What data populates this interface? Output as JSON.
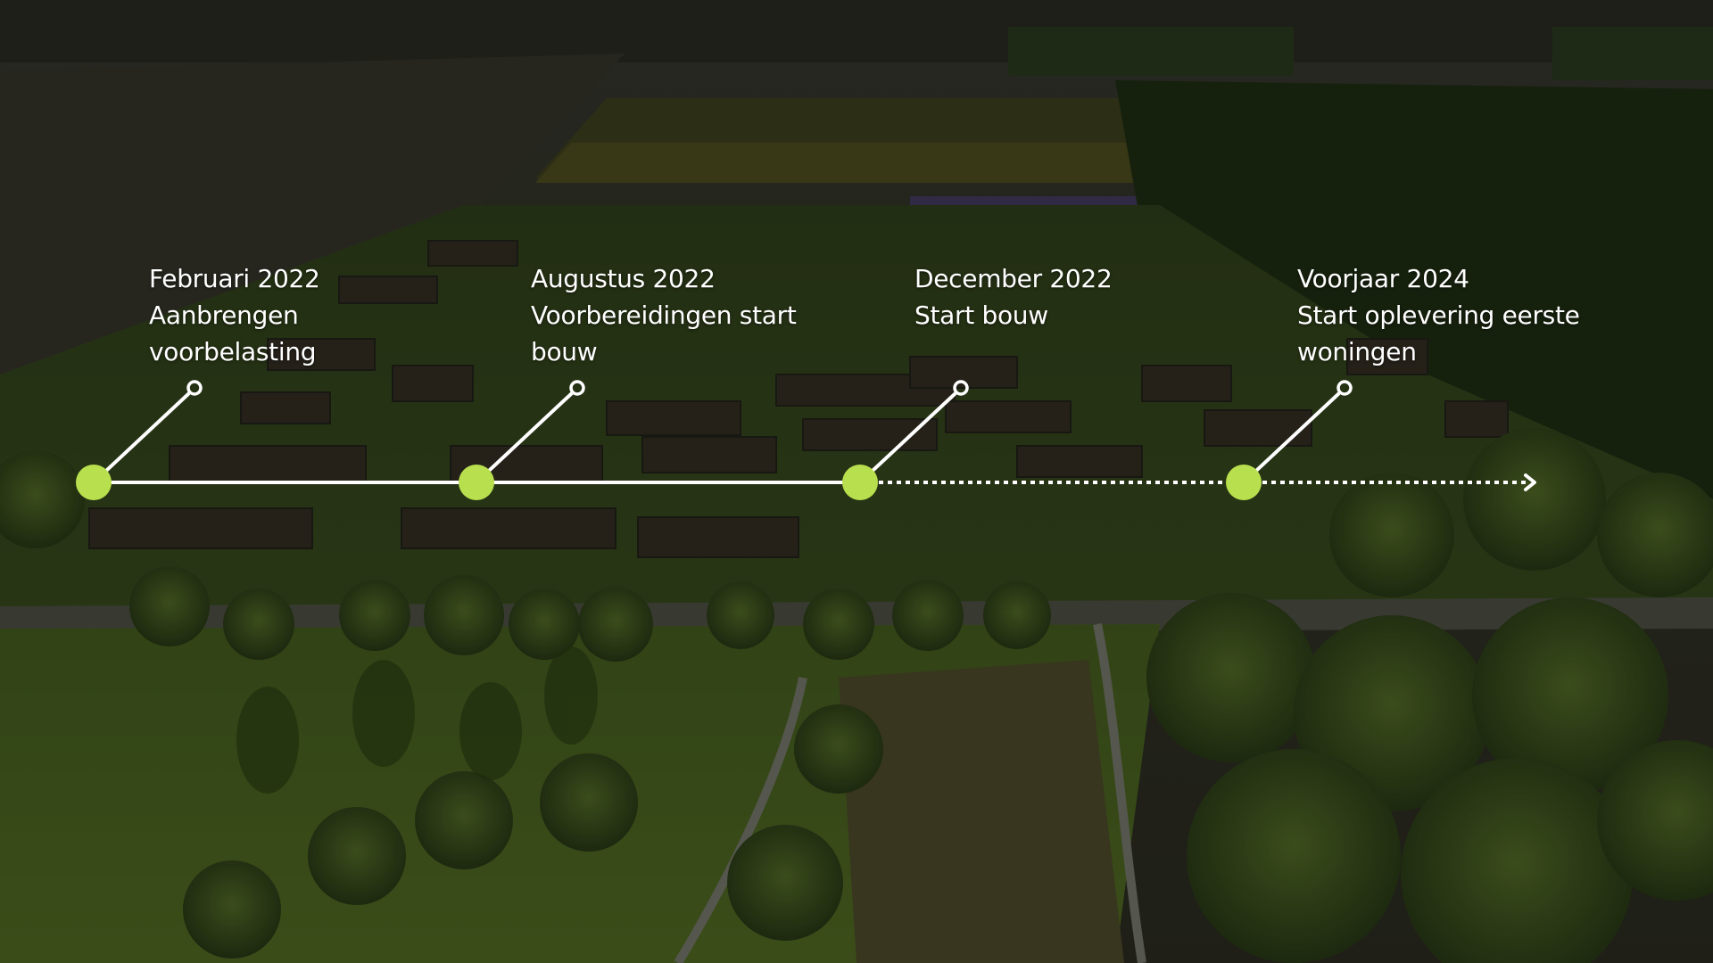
{
  "colors": {
    "node": "#b8e04e",
    "line": "#ffffff",
    "overlay": "rgba(10,14,6,0.42)"
  },
  "timeline": {
    "milestones": [
      {
        "date": "Februari 2022",
        "description": "Aanbrengen voorbelasting",
        "status": "completed"
      },
      {
        "date": "Augustus 2022",
        "description": "Voorbereidingen start bouw",
        "status": "completed"
      },
      {
        "date": "December 2022",
        "description": "Start bouw",
        "status": "upcoming"
      },
      {
        "date": "Voorjaar 2024",
        "description": "Start oplevering eerste woningen",
        "status": "upcoming"
      }
    ]
  }
}
